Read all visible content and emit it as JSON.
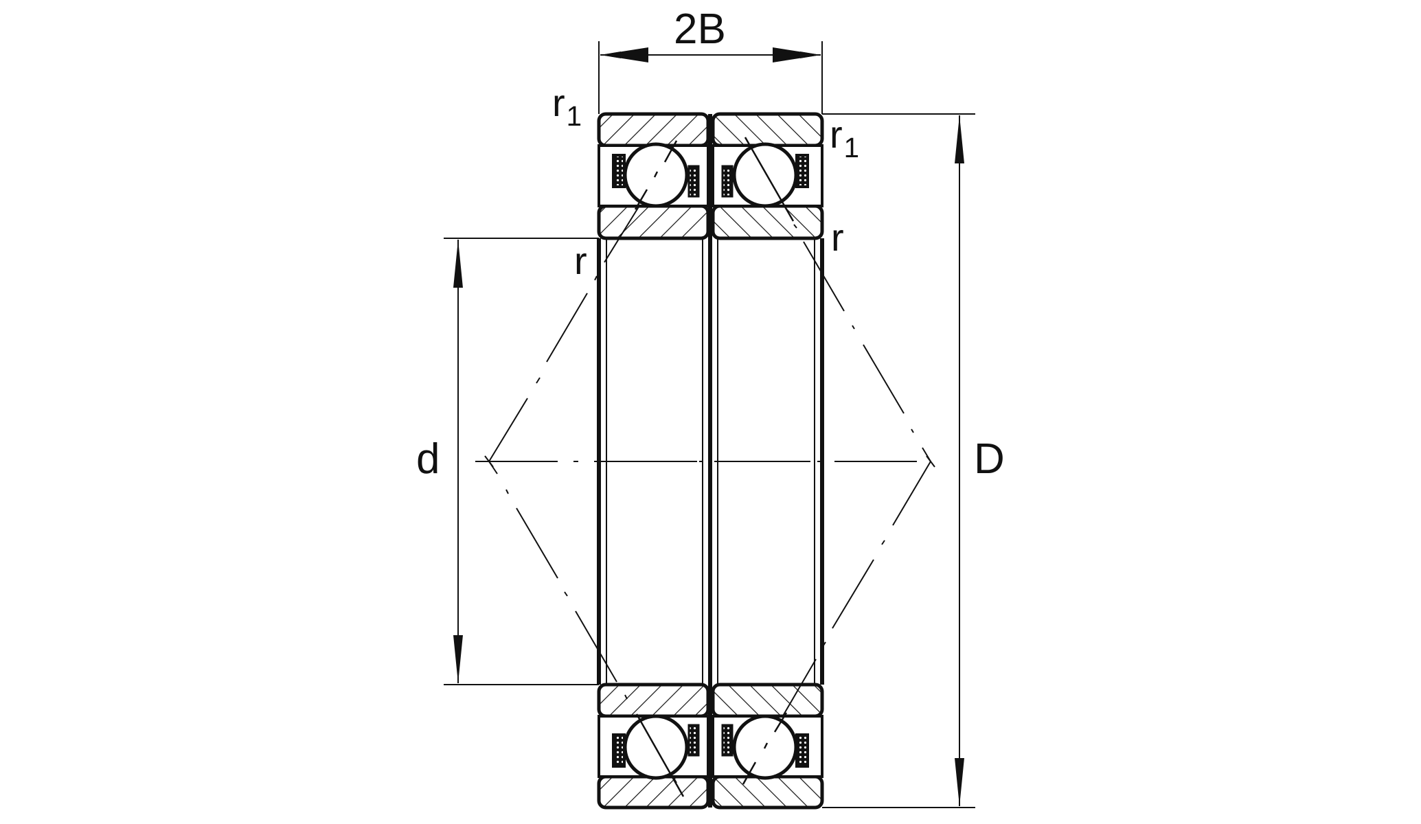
{
  "drawing": {
    "title": "Double-row angular contact ball bearing cross-section",
    "colors": {
      "line": "#111111",
      "background": "#ffffff"
    }
  },
  "labels": {
    "width": "2B",
    "bore": "d",
    "outer_diameter": "D",
    "r1_top_left": {
      "main": "r",
      "sub": "1"
    },
    "r1_top_right": {
      "main": "r",
      "sub": "1"
    },
    "r_left": "r",
    "r_right": "r"
  }
}
